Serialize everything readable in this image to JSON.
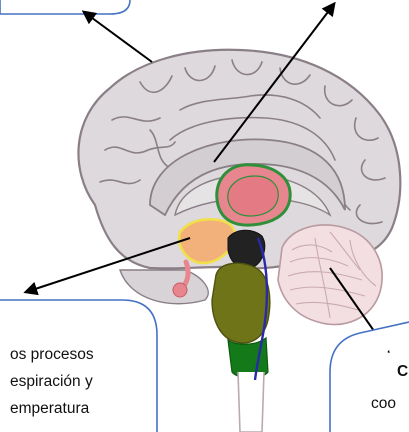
{
  "callouts": {
    "bottom_left": {
      "line1": "os procesos",
      "line2": "espiración y",
      "line3": "emperatura"
    },
    "bottom_right": {
      "line1": "C",
      "line2": "coo"
    }
  },
  "colors": {
    "cortex": "#ddd9dc",
    "cortex_outline": "#8a7f86",
    "thalamus": "#e8868f",
    "thalamus_border": "#2f8f3a",
    "hypothalamus": "#f2b07a",
    "hypothalamus_border": "#f0e04a",
    "brainstem": "#6f7418",
    "medulla": "#147a19",
    "cerebellum": "#f3dfe1",
    "callout_border": "#4472c4",
    "nerve": "#2a2aa8"
  }
}
